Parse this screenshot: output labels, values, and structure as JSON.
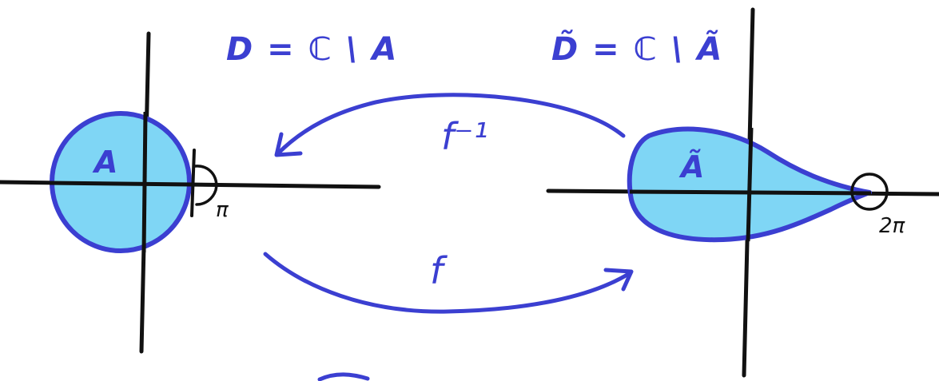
{
  "labels": {
    "left_domain": "D = ℂ \\ A",
    "right_domain": "D̃ = ℂ \\ Ã",
    "left_set": "A",
    "right_set": "Ã",
    "forward_map": "f",
    "inverse_map": "f⁻¹",
    "left_angle": "π",
    "right_angle": "2π"
  },
  "colors": {
    "ink": "#3b3fd1",
    "fill": "#7fd6f5",
    "axis": "#111111"
  }
}
